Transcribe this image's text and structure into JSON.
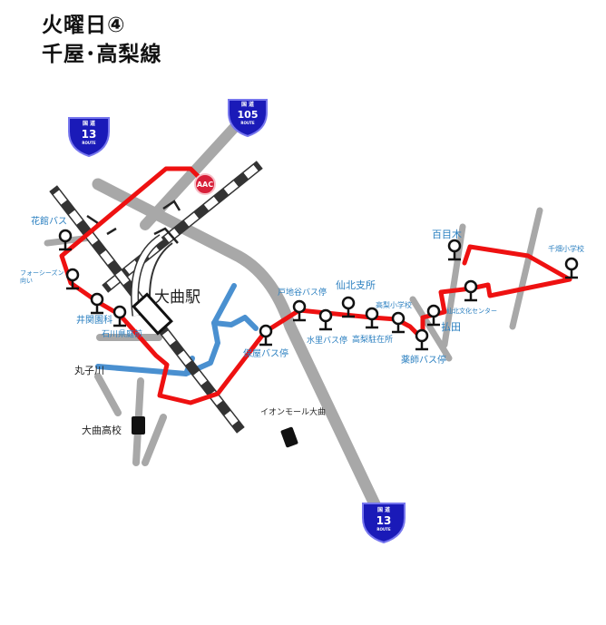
{
  "title": {
    "line1": "火曜日④",
    "line2": "千屋･高梨線"
  },
  "route_signs": [
    {
      "id": "r105",
      "top": "国 道",
      "number": "105",
      "bottom": "ROUTE"
    },
    {
      "id": "r13a",
      "top": "国 道",
      "number": "13",
      "bottom": "ROUTE"
    },
    {
      "id": "r13b",
      "top": "国 道",
      "number": "13",
      "bottom": "ROUTE"
    }
  ],
  "aac": "AAC",
  "station": "大曲駅",
  "river": "丸子川",
  "places": {
    "school": "大曲高校",
    "mall": "イオンモール大曲"
  },
  "stops": [
    {
      "label": "花館バス"
    },
    {
      "label": "フォーシーズン\n向い"
    },
    {
      "label": "井関園科"
    },
    {
      "label": "石川県庭前"
    },
    {
      "label": "保屋バス停"
    },
    {
      "label": "戸地谷バス停"
    },
    {
      "label": "水里バス停"
    },
    {
      "label": "仙北支所"
    },
    {
      "label": "高梨駐在所"
    },
    {
      "label": "高梨小学校"
    },
    {
      "label": "薬師バス停"
    },
    {
      "label": "払田"
    },
    {
      "label": "仙北文化センター"
    },
    {
      "label": "百目木"
    },
    {
      "label": "千畑小学校"
    }
  ],
  "colors": {
    "bus_route": "#ee1111",
    "road": "#a8a8a8",
    "river": "#4a90d0",
    "route_sign": "#1a1ab8",
    "aac": "#d8203a",
    "label": "#2a7fc0"
  }
}
